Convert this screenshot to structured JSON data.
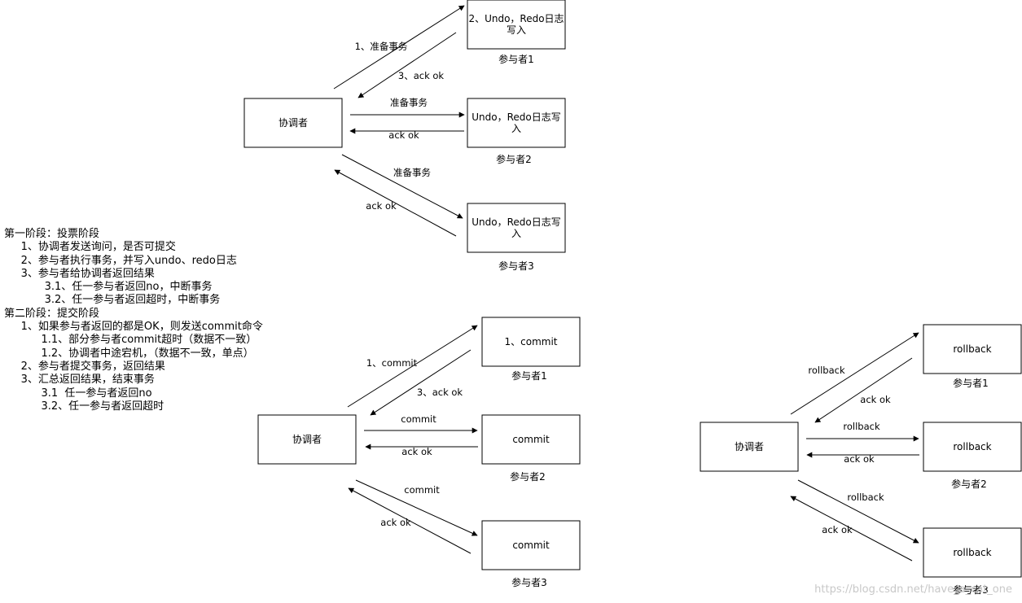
{
  "phase1": {
    "coordinator": "协调者",
    "participants": [
      {
        "box": "2、Undo，Redo日志\n写入",
        "caption": "参与者1"
      },
      {
        "box": "Undo，Redo日志写\n入",
        "caption": "参与者2"
      },
      {
        "box": "Undo，Redo日志写\n入",
        "caption": "参与者3"
      }
    ],
    "edges": [
      {
        "request": "1、准备事务",
        "reply": "3、ack ok"
      },
      {
        "request": "准备事务",
        "reply": "ack ok"
      },
      {
        "request": "准备事务",
        "reply": "ack ok"
      }
    ]
  },
  "phase2_commit": {
    "coordinator": "协调者",
    "participants": [
      {
        "box": "1、commit",
        "caption": "参与者1"
      },
      {
        "box": "commit",
        "caption": "参与者2"
      },
      {
        "box": "commit",
        "caption": "参与者3"
      }
    ],
    "edges": [
      {
        "request": "1、commit",
        "reply": "3、ack ok"
      },
      {
        "request": "commit",
        "reply": "ack ok"
      },
      {
        "request": "commit",
        "reply": "ack ok"
      }
    ]
  },
  "phase2_rollback": {
    "coordinator": "协调者",
    "participants": [
      {
        "box": "rollback",
        "caption": "参与者1"
      },
      {
        "box": "rollback",
        "caption": "参与者2"
      },
      {
        "box": "rollback",
        "caption": "参与者3"
      }
    ],
    "edges": [
      {
        "request": "rollback",
        "reply": "ack ok"
      },
      {
        "request": "rollback",
        "reply": "ack ok"
      },
      {
        "request": "rollback",
        "reply": "ack ok"
      }
    ]
  },
  "notes": [
    "第一阶段：投票阶段",
    "     1、协调者发送询问，是否可提交",
    "     2、参与者执行事务，并写入undo、redo日志",
    "     3、参与者给协调者返回结果",
    "            3.1、任一参与者返回no，中断事务",
    "            3.2、任一参与者返回超时，中断事务",
    "第二阶段：提交阶段",
    "     1、如果参与者返回的都是OK，则发送commit命令",
    "           1.1、部分参与者commit超时（数据不一致）",
    "           1.2、协调者中途宕机，（数据不一致，单点）",
    "     2、参与者提交事务，返回结果",
    "     3、汇总返回结果，结束事务",
    "           3.1  任一参与者返回no",
    "           3.2、任一参与者返回超时"
  ],
  "watermark": "https://blog.csdn.net/have_a_cat_one"
}
